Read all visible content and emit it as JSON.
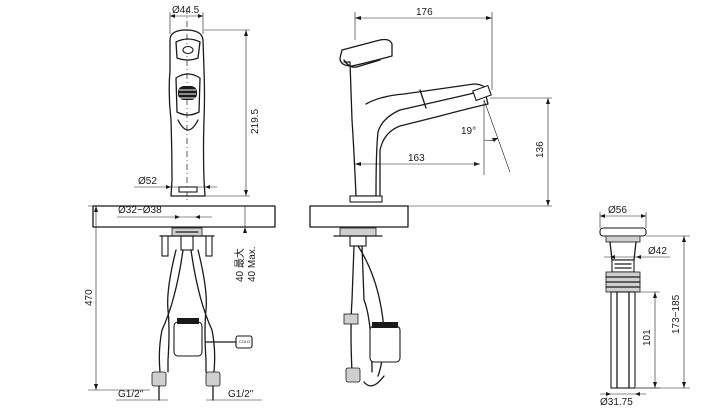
{
  "dimensions": {
    "front_spout_width": "Ø44.5",
    "front_height": "219.5",
    "front_base": "Ø52",
    "front_hole": "Ø32~Ø38",
    "front_deck": "40 最大\n40 Max.",
    "front_total": "470",
    "front_left_hose": "G1/2\"",
    "front_right_hose": "G1/2\"",
    "side_reach_total": "176",
    "side_spout_angle": "19°",
    "side_reach": "163",
    "side_height": "136",
    "drain_top": "Ø56",
    "drain_mid": "Ø42",
    "drain_length": "101",
    "drain_range": "173~185",
    "drain_bottom": "Ø31.75"
  },
  "labels": {
    "cold_tag": "COLD"
  }
}
